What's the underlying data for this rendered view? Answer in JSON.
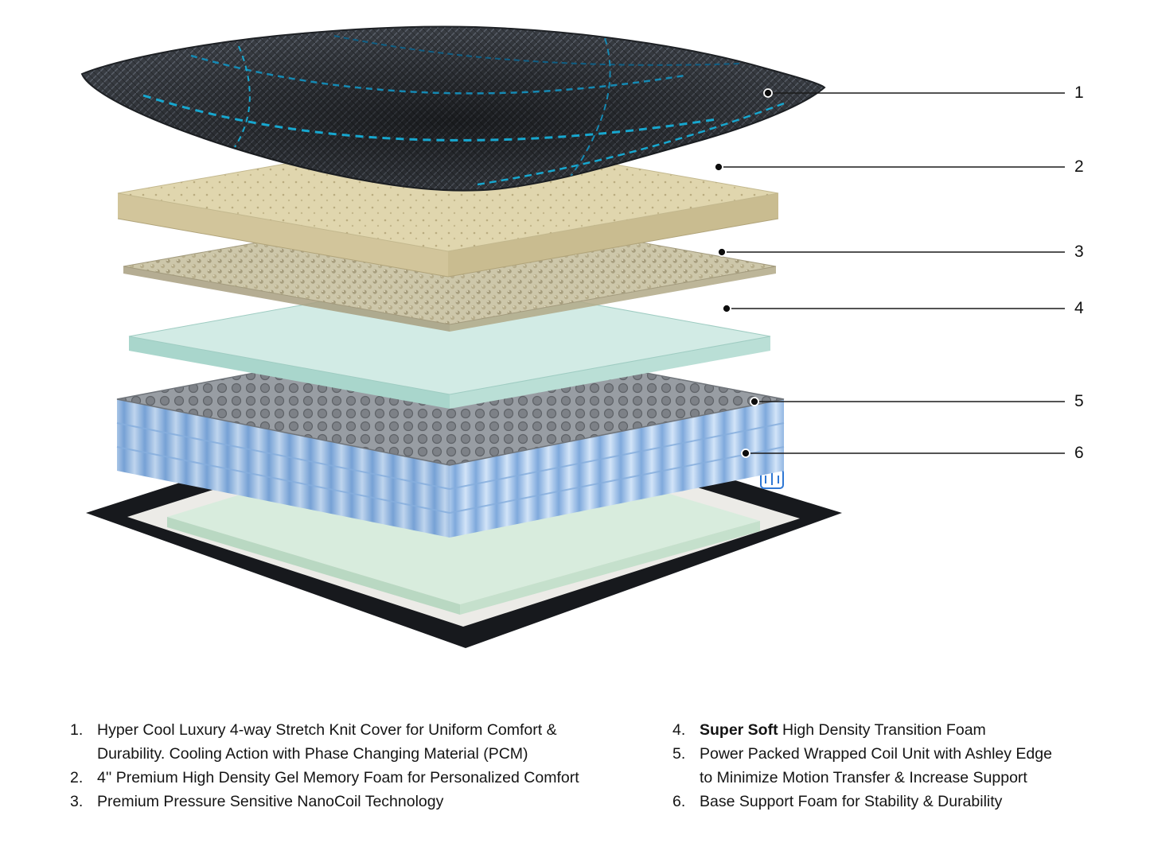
{
  "diagram": {
    "title": "Mattress exploded layer diagram",
    "callout_numbers": [
      "1",
      "2",
      "3",
      "4",
      "5",
      "6"
    ],
    "layers": [
      "stretch-knit-cover",
      "gel-memory-foam",
      "nanocoil-layer",
      "transition-foam",
      "wrapped-coil-unit",
      "base-support-foam"
    ],
    "colors": {
      "cover_dark": "#383c42",
      "cover_accent_blue": "#17a7cf",
      "foam_tan": "#e0d6ae",
      "nanocoil_tan": "#cdc7aa",
      "transition_mint": "#d2ebe5",
      "coil_blue": "#aed0f0",
      "coil_top_gray": "#989da3",
      "base_dark": "#17191d",
      "base_rim_white": "#ecebe7",
      "base_foam_green": "#d8ecdd",
      "logo_blue": "#2e77d4"
    }
  },
  "legend": {
    "left": [
      {
        "number": "1.",
        "lines": [
          "Hyper Cool Luxury 4-way Stretch Knit Cover for Uniform Comfort &",
          "Durability. Cooling Action with Phase Changing Material (PCM)"
        ]
      },
      {
        "number": "2.",
        "lines": [
          "4'' Premium High Density Gel Memory Foam for Personalized Comfort"
        ]
      },
      {
        "number": "3.",
        "lines": [
          "Premium Pressure Sensitive NanoCoil Technology"
        ]
      }
    ],
    "right": [
      {
        "number": "4.",
        "bold": "Super Soft",
        "rest": " High Density Transition Foam"
      },
      {
        "number": "5.",
        "lines": [
          "Power Packed Wrapped Coil Unit with Ashley Edge",
          "to Minimize Motion Transfer & Increase Support"
        ]
      },
      {
        "number": "6.",
        "lines": [
          "Base Support Foam for Stability & Durability"
        ]
      }
    ]
  }
}
